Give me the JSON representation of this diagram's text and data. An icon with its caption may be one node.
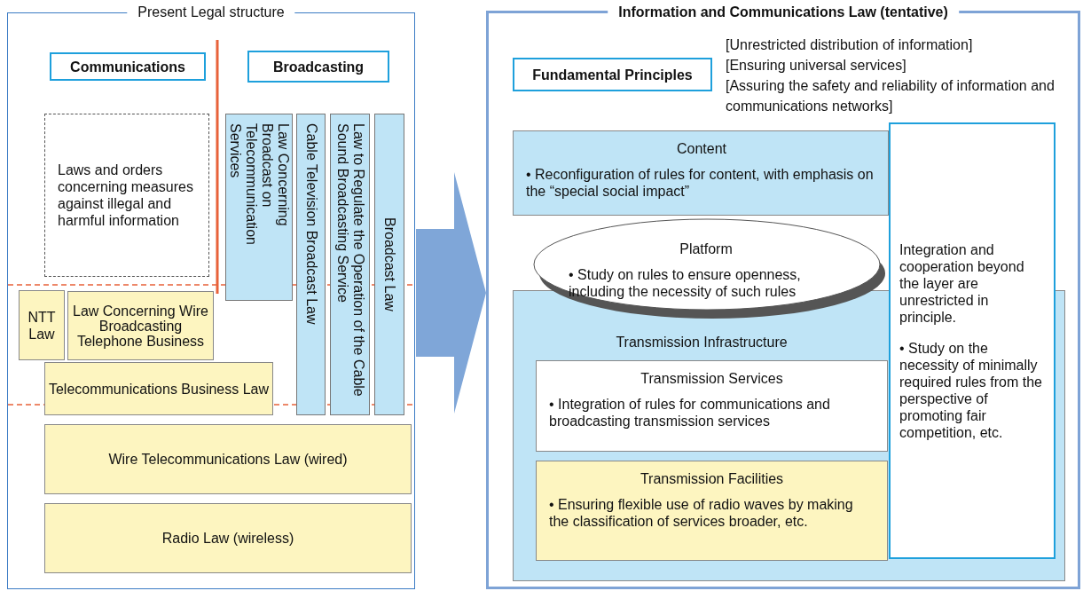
{
  "diagram": {
    "nodes": [
      {
        "text": [
          "Present Legal structure"
        ]
      },
      {
        "text": [
          "Communications"
        ],
        "in": 0
      },
      {
        "text": [
          "Broadcasting"
        ],
        "in": 0
      },
      {
        "text": [
          "Laws and orders concerning measures against illegal and harmful information"
        ],
        "in": 0
      },
      {
        "text": [
          "Law Concerning Broadcast on Telecommunication Services"
        ],
        "in": 0
      },
      {
        "text": [
          "Cable Television Broadcast Law"
        ],
        "in": 0
      },
      {
        "text": [
          "Law to Regulate the Operation of the Cable Sound Broadcasting Service"
        ],
        "in": 0
      },
      {
        "text": [
          "Broadcast Law"
        ],
        "in": 0
      },
      {
        "text": [
          "NTT Law"
        ],
        "in": 0
      },
      {
        "text": [
          "Telecommunications Business Law"
        ],
        "in": 0
      },
      {
        "text": [
          "Law Concerning Wire Broadcasting Telephone Business"
        ],
        "in": 0
      },
      {
        "text": [
          "Wire Telecommunications Law (wired)"
        ],
        "in": 0
      },
      {
        "text": [
          "Radio Law (wireless)"
        ],
        "in": 0
      },
      {
        "text": [
          "Information and Communications Law (tentative)"
        ]
      },
      {
        "text": [
          "Fundamental Principles"
        ],
        "in": 13,
        "beside": [
          "[Unrestricted distribution of information]",
          "[Ensuring universal services]",
          "[Assuring the safety and reliability of information and communications networks]"
        ]
      },
      {
        "text": [
          "Content",
          "• Reconfiguration of rules for content, with emphasis on the “special social impact”"
        ],
        "in": 13
      },
      {
        "text": [
          "Platform",
          "• Study on rules to ensure openness, including the necessity of such rules"
        ],
        "in": 13
      },
      {
        "text": [
          "Transmission Infrastructure"
        ],
        "in": 13
      },
      {
        "text": [
          "Transmission Services",
          "• Integration of rules for communications and broadcasting transmission services"
        ],
        "in": 17
      },
      {
        "text": [
          "Transmission Facilities",
          "• Ensuring flexible use of radio waves by making the classification of services broader, etc."
        ],
        "in": 17
      },
      {
        "text": [
          "Integration and cooperation beyond the layer are unrestricted in principle.",
          "• Study on the necessity of minimally required rules from the perspective of promoting fair competition, etc."
        ],
        "in": 13
      }
    ],
    "edges": [
      {
        "from": 0,
        "to": 13,
        "arrow": "to"
      }
    ]
  }
}
